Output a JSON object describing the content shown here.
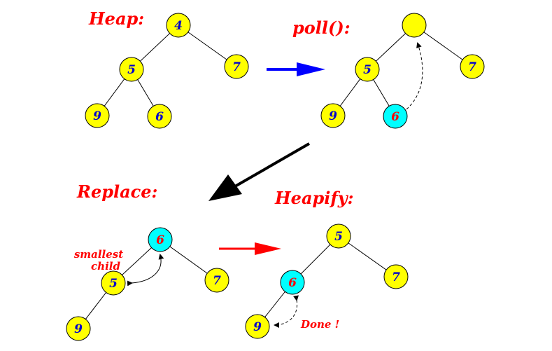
{
  "colors": {
    "title": "#ff0000",
    "node_fill": "#ffff00",
    "node_highlight_fill": "#00ffff",
    "value_normal": "#0000cc",
    "value_highlight": "#ff0000",
    "arrow_blue": "#0000ff",
    "arrow_black": "#000000",
    "arrow_red": "#ff0000"
  },
  "panels": {
    "heap": {
      "title": "Heap:",
      "nodes": {
        "root": "4",
        "left": "5",
        "right": "7",
        "left_left": "9",
        "left_right": "6"
      }
    },
    "poll": {
      "title": "poll():",
      "nodes": {
        "root": "",
        "left": "5",
        "right": "7",
        "left_left": "9",
        "left_right": "6"
      }
    },
    "replace": {
      "title": "Replace:",
      "note_line1": "smallest",
      "note_line2": "child",
      "nodes": {
        "root": "6",
        "left": "5",
        "right": "7",
        "left_left": "9"
      }
    },
    "heapify": {
      "title": "Heapify:",
      "done_label": "Done !",
      "nodes": {
        "root": "5",
        "left": "6",
        "right": "7",
        "left_left": "9"
      }
    }
  }
}
